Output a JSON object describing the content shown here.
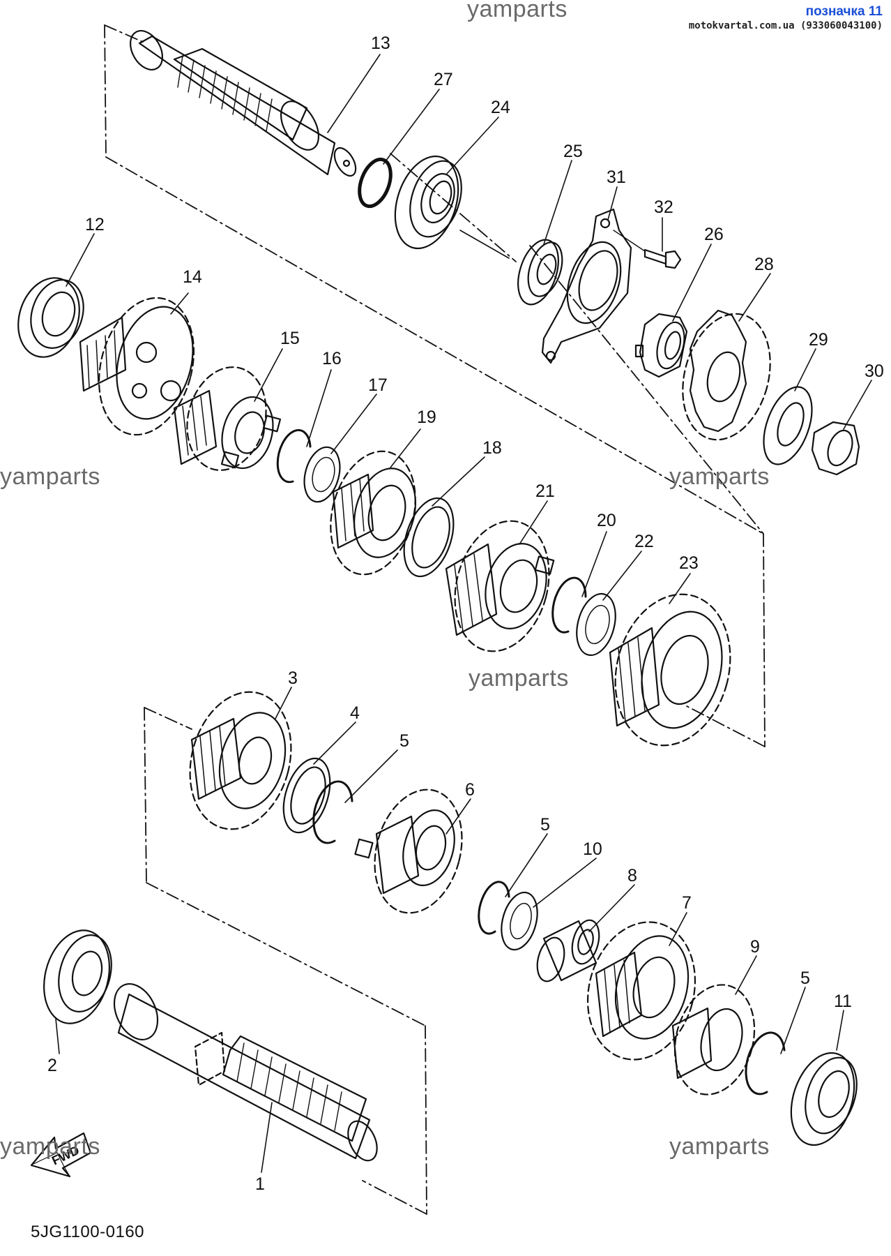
{
  "header": {
    "tag_title": "позначка 11",
    "tag_site": "motokvartal.com.ua (933060043100)"
  },
  "watermark": "yamparts",
  "diagram_code": "5JG1100-0160",
  "fwd_label": "FWD",
  "part_labels": [
    "13",
    "27",
    "24",
    "25",
    "31",
    "32",
    "26",
    "28",
    "12",
    "14",
    "15",
    "16",
    "17",
    "19",
    "18",
    "21",
    "20",
    "22",
    "23",
    "29",
    "30",
    "3",
    "4",
    "5",
    "6",
    "5",
    "10",
    "8",
    "7",
    "9",
    "5",
    "11",
    "2",
    "1"
  ]
}
